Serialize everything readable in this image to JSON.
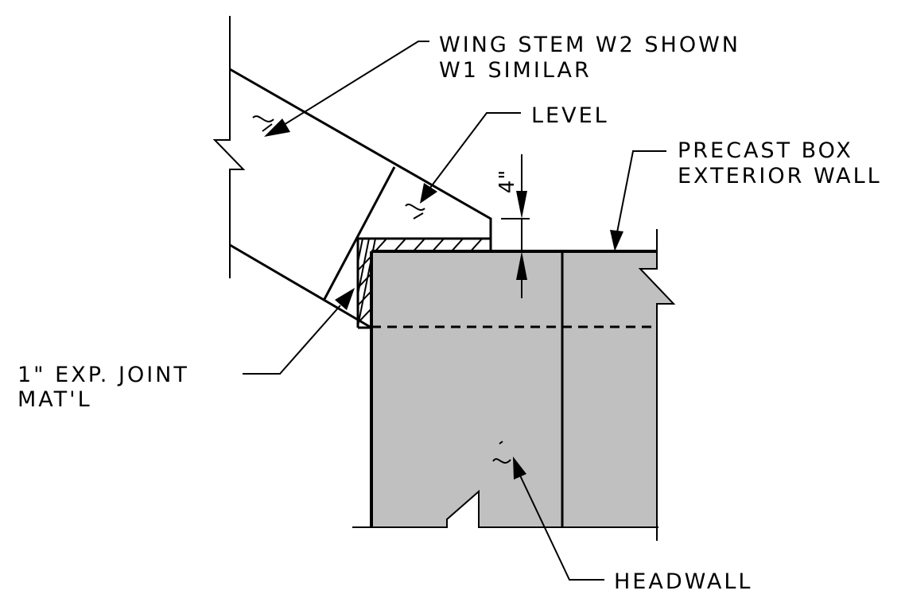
{
  "labels": {
    "wing_stem_line1": "WING STEM W2 SHOWN",
    "wing_stem_line2": "W1 SIMILAR",
    "level": "LEVEL",
    "dimension": "4\"",
    "precast_line1": "PRECAST BOX",
    "precast_line2": "EXTERIOR WALL",
    "joint_line1": "1\" EXP. JOINT",
    "joint_line2": "MAT'L",
    "headwall": "HEADWALL"
  },
  "colors": {
    "line": "#000000",
    "concrete_fill": "#c0c0c0",
    "background": "#ffffff"
  }
}
